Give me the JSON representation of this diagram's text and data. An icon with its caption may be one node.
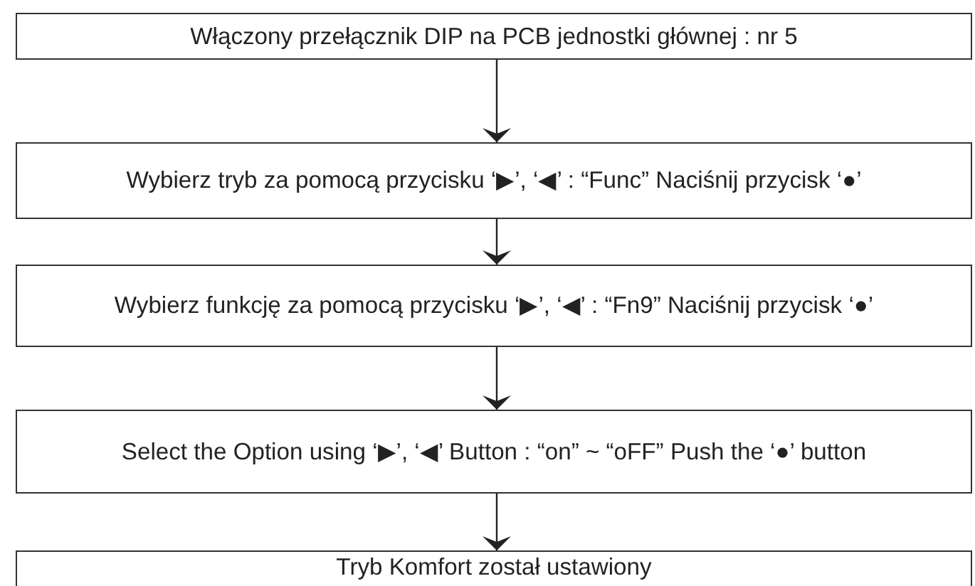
{
  "diagram": {
    "nodes": [
      {
        "text": [
          "Włączony przełącznik DIP na PCB jednostki głównej : nr 5"
        ]
      },
      {
        "text": [
          "Wybierz tryb za pomocą przycisku ‘▶’, ‘◀’ : “Func” Naciśnij przycisk ‘●’"
        ]
      },
      {
        "text": [
          "Wybierz funkcję za pomocą przycisku ‘▶’, ‘◀’ : “Fn9” Naciśnij przycisk ‘●’"
        ]
      },
      {
        "text": [
          "Select the Option using ‘▶’, ‘◀’ Button : “on” ~ “oFF” Push the ‘●’ button"
        ]
      },
      {
        "text": [
          "Tryb Komfort został ustawiony"
        ]
      }
    ],
    "edges": [
      {
        "from": 0,
        "to": 1,
        "arrow": "to"
      },
      {
        "from": 1,
        "to": 2,
        "arrow": "to"
      },
      {
        "from": 2,
        "to": 3,
        "arrow": "to"
      },
      {
        "from": 3,
        "to": 4,
        "arrow": "to"
      }
    ]
  }
}
